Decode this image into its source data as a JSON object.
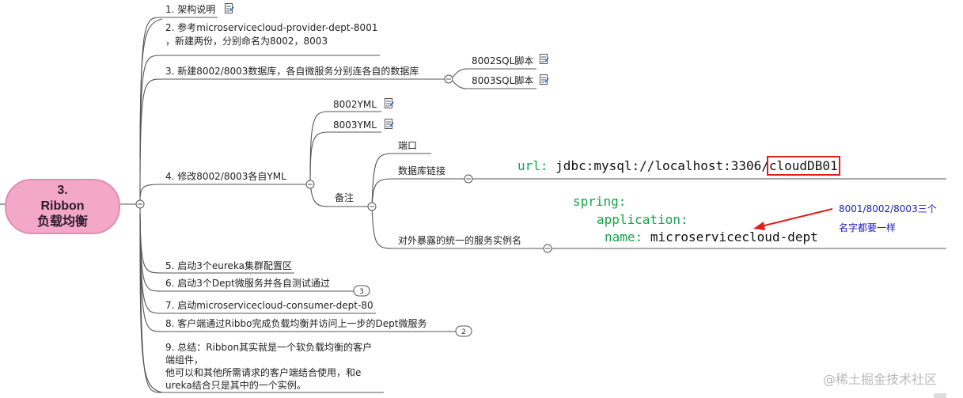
{
  "root": {
    "title": "3. Ribbon负载均衡"
  },
  "branches": [
    {
      "id": "b1",
      "text": "1. 架构说明",
      "icon": "doc-icon"
    },
    {
      "id": "b2",
      "lines": [
        "2. 参考microservicecloud-provider-dept-8001",
        "，新建两份，分别命名为8002，8003"
      ]
    },
    {
      "id": "b3",
      "text": "3. 新建8002/8003数据库，各自微服务分别连各自的数据库",
      "children": [
        {
          "text": "8002SQL脚本",
          "icon": "doc-icon"
        },
        {
          "text": "8003SQL脚本",
          "icon": "doc-icon"
        }
      ]
    },
    {
      "id": "b4",
      "text": "4. 修改8002/8003各自YML",
      "children": [
        {
          "text": "8002YML",
          "icon": "doc-icon"
        },
        {
          "text": "8003YML",
          "icon": "doc-icon"
        },
        {
          "text": "备注",
          "children": [
            {
              "text": "端口"
            },
            {
              "text": "数据库链接"
            },
            {
              "text": "对外暴露的统一的服务实例名"
            }
          ]
        }
      ]
    },
    {
      "id": "b5",
      "text": "5. 启动3个eureka集群配置区"
    },
    {
      "id": "b6",
      "text": "6. 启动3个Dept微服务并各自测试通过",
      "badge": "3"
    },
    {
      "id": "b7",
      "text": "7. 启动microservicecloud-consumer-dept-80"
    },
    {
      "id": "b8",
      "text": "8. 客户端通过Ribbo完成负载均衡并访问上一步的Dept微服务",
      "badge": "2"
    },
    {
      "id": "b9",
      "lines": [
        "9. 总结：Ribbon其实就是一个软负载均衡的客户",
        "端组件，",
        "他可以和其他所需请求的客户端结合使用，和e",
        "ureka结合只是其中的一个实例。"
      ]
    }
  ],
  "code_db": {
    "key": "url:",
    "prefix": "jdbc:mysql://localhost:3306/",
    "highlight": "cloudDB01"
  },
  "code_spring": {
    "line1": "spring:",
    "line2": "application:",
    "key3": "name:",
    "value3": "microservicecloud-dept"
  },
  "annotation": {
    "line1": "8001/8002/8003三个",
    "line2": "名字都要一样"
  },
  "watermark": "@稀土掘金技术社区",
  "colors": {
    "root_fill": "#f4a8c8",
    "root_border": "#e58ab1",
    "line": "#555555",
    "arrow": "#e11d1d",
    "highlight": "#e11d1d",
    "note": "#1d1db8",
    "code_key": "#16a34a"
  }
}
